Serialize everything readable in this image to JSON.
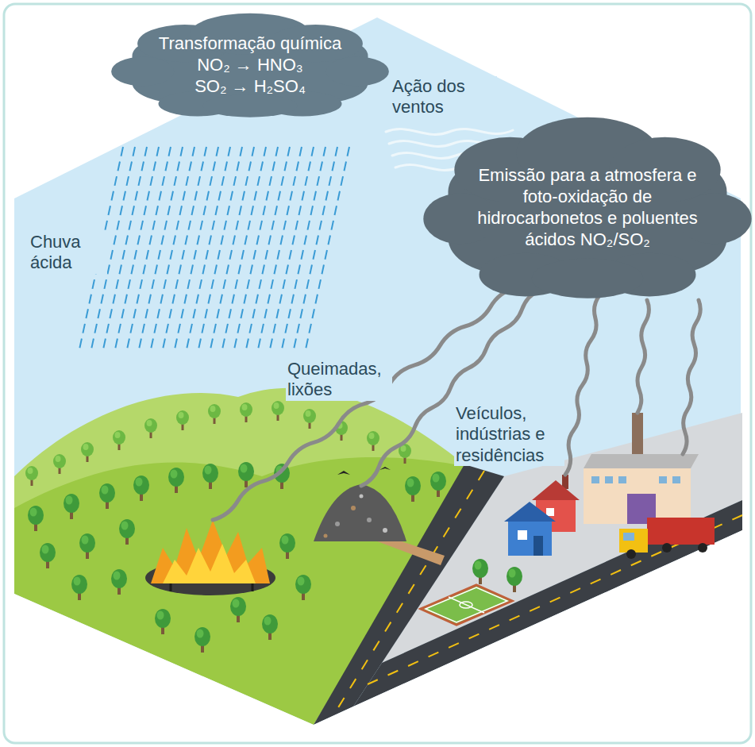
{
  "diagram": {
    "nodes": [
      {
        "text": [
          "Transformação química",
          "NO₂ → HNO₃",
          "SO₂ → H₂SO₄"
        ]
      },
      {
        "text": [
          "Emissão para a atmosfera e foto-oxidação de hidrocarbonetos e poluentes ácidos NO₂/SO₂"
        ]
      }
    ],
    "labels": [
      "Ação dos ventos",
      "Chuva ácida",
      "Queimadas, lixões",
      "Veículos, indústrias e residências"
    ]
  }
}
